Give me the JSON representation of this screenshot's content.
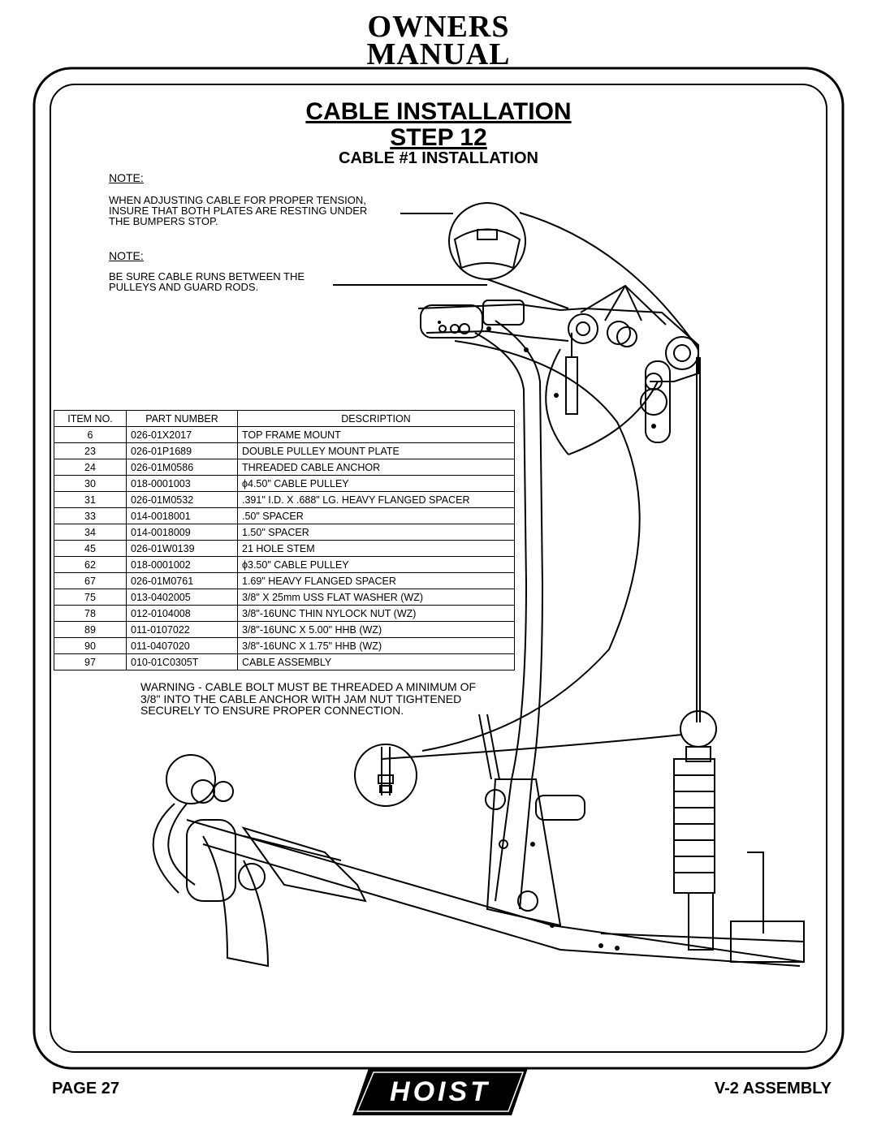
{
  "header": {
    "line1": "OWNERS",
    "line2": "MANUAL"
  },
  "titles": {
    "main": "CABLE INSTALLATION",
    "step": "STEP 12",
    "sub": "CABLE #1 INSTALLATION"
  },
  "notes": [
    {
      "heading": "NOTE:",
      "text": "WHEN ADJUSTING CABLE FOR PROPER TENSION, INSURE THAT BOTH PLATES ARE RESTING UNDER THE BUMPERS STOP."
    },
    {
      "heading": "NOTE:",
      "text": "BE SURE CABLE RUNS BETWEEN THE PULLEYS AND GUARD RODS."
    }
  ],
  "parts_table": {
    "headers": [
      "ITEM NO.",
      "PART NUMBER",
      "DESCRIPTION"
    ],
    "rows": [
      [
        "6",
        "026-01X2017",
        "TOP FRAME MOUNT"
      ],
      [
        "23",
        "026-01P1689",
        "DOUBLE PULLEY MOUNT PLATE"
      ],
      [
        "24",
        "026-01M0586",
        "THREADED CABLE ANCHOR"
      ],
      [
        "30",
        "018-0001003",
        "ϕ4.50\" CABLE PULLEY"
      ],
      [
        "31",
        "026-01M0532",
        ".391\" I.D. X .688\" LG. HEAVY FLANGED SPACER"
      ],
      [
        "33",
        "014-0018001",
        ".50\" SPACER"
      ],
      [
        "34",
        "014-0018009",
        "1.50\" SPACER"
      ],
      [
        "45",
        "026-01W0139",
        "21 HOLE STEM"
      ],
      [
        "62",
        "018-0001002",
        "ϕ3.50\" CABLE PULLEY"
      ],
      [
        "67",
        "026-01M0761",
        "1.69\" HEAVY FLANGED SPACER"
      ],
      [
        "75",
        "013-0402005",
        "3/8\" X 25mm USS FLAT WASHER (WZ)"
      ],
      [
        "78",
        "012-0104008",
        "3/8\"-16UNC THIN NYLOCK NUT (WZ)"
      ],
      [
        "89",
        "011-0107022",
        "3/8\"-16UNC X 5.00\" HHB (WZ)"
      ],
      [
        "90",
        "011-0407020",
        "3/8\"-16UNC X 1.75\" HHB (WZ)"
      ],
      [
        "97",
        "010-01C0305T",
        "CABLE ASSEMBLY"
      ]
    ]
  },
  "warning": "WARNING - CABLE BOLT MUST BE THREADED A MINIMUM OF 3/8\" INTO THE CABLE ANCHOR WITH JAM NUT TIGHTENED SECURELY TO ENSURE PROPER CONNECTION.",
  "footer": {
    "page": "PAGE 27",
    "brand": "HOIST",
    "section": "V-2 ASSEMBLY"
  }
}
